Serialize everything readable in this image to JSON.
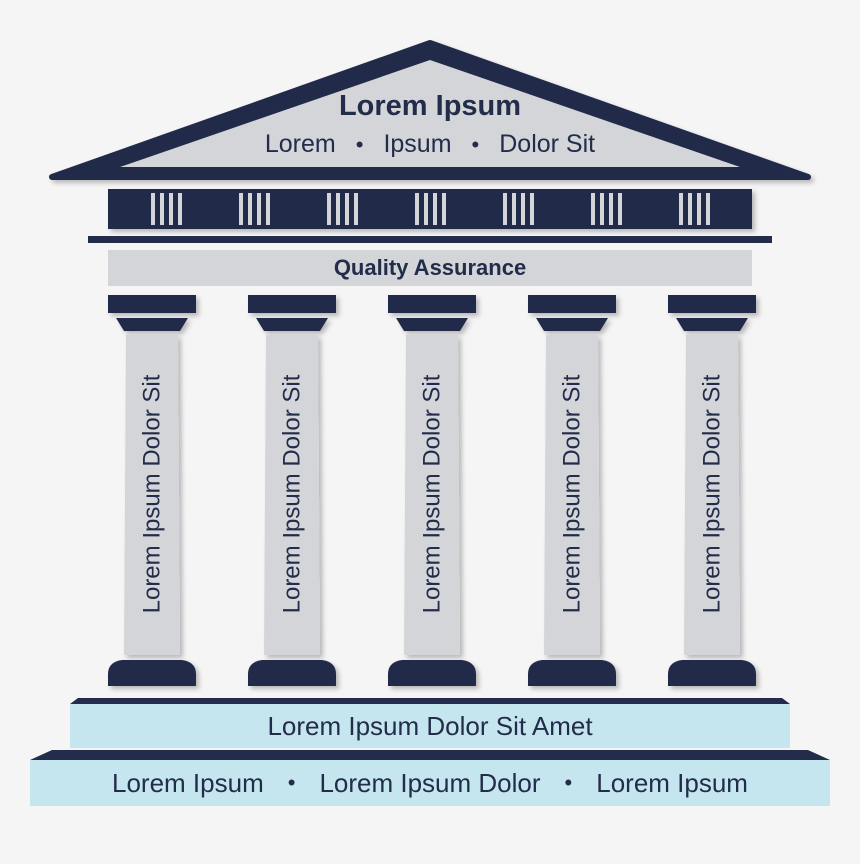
{
  "roof": {
    "title": "Lorem Ipsum",
    "subtitle_items": [
      "Lorem",
      "Ipsum",
      "Dolor Sit"
    ],
    "separator": "•"
  },
  "beam": {
    "label": "Quality Assurance"
  },
  "columns": [
    {
      "label": "Lorem Ipsum Dolor Sit"
    },
    {
      "label": "Lorem Ipsum Dolor Sit"
    },
    {
      "label": "Lorem Ipsum Dolor Sit"
    },
    {
      "label": "Lorem Ipsum Dolor Sit"
    },
    {
      "label": "Lorem Ipsum Dolor Sit"
    }
  ],
  "base": {
    "upper_step": "Lorem Ipsum Dolor Sit Amet",
    "lower_step_items": [
      "Lorem Ipsum",
      "Lorem Ipsum Dolor",
      "Lorem Ipsum"
    ],
    "separator": "•"
  },
  "colors": {
    "navy": "#232c4a",
    "light_gray": "#d4d5d8",
    "light_blue": "#c5e6ef",
    "background": "#f5f5f6"
  }
}
